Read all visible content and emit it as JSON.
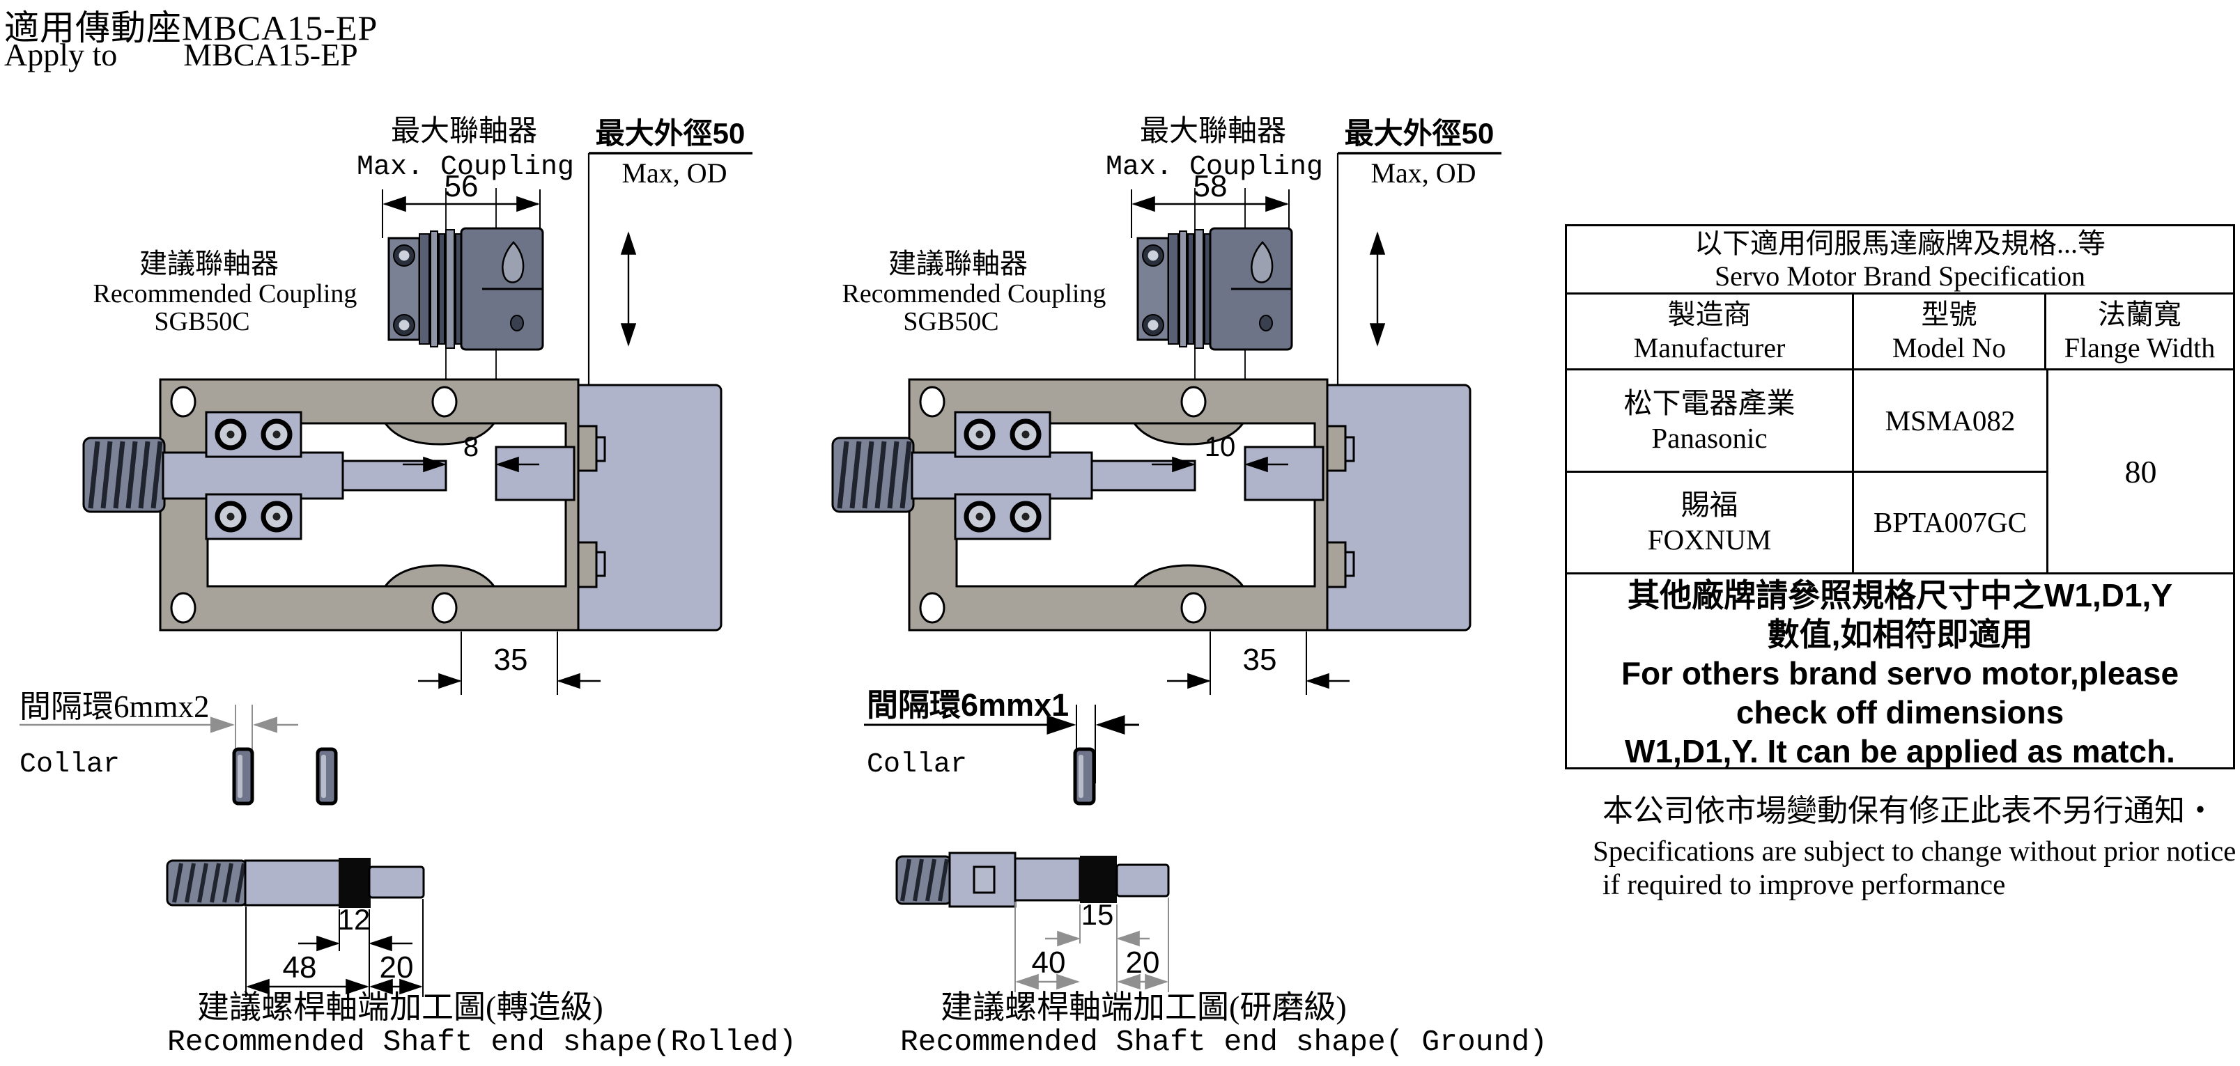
{
  "page": {
    "title_zh": "適用傳動座MBCA15-EP",
    "title_en_prefix": "Apply to",
    "title_en_model": "MBCA15-EP"
  },
  "left_unit": {
    "max_coupling_zh": "最大聯軸器",
    "max_coupling_en": "Max. Coupling",
    "coupling_width": "56",
    "max_od_zh": "最大外徑50",
    "max_od_en": "Max, OD",
    "recommended_zh": "建議聯軸器",
    "recommended_en": "Recommended Coupling",
    "recommended_model": "SGB50C",
    "gap_dim": "8",
    "offset_dim": "35",
    "collar_label_zh": "間隔環6mmx2",
    "collar_label_en": "Collar",
    "shaft_dim_mid": "12",
    "shaft_dim_long": "48",
    "shaft_dim_end": "20",
    "shaft_caption_zh": "建議螺桿軸端加工圖(轉造級)",
    "shaft_caption_en": "Recommended Shaft end shape(Rolled)"
  },
  "right_unit": {
    "max_coupling_zh": "最大聯軸器",
    "max_coupling_en": "Max. Coupling",
    "coupling_width": "58",
    "max_od_zh": "最大外徑50",
    "max_od_en": "Max, OD",
    "recommended_zh": "建議聯軸器",
    "recommended_en": "Recommended Coupling",
    "recommended_model": "SGB50C",
    "gap_dim": "10",
    "offset_dim": "35",
    "collar_label_zh": "間隔環6mmx1",
    "collar_label_en": "Collar",
    "shaft_dim_mid": "15",
    "shaft_dim_long": "40",
    "shaft_dim_end": "20",
    "shaft_caption_zh": "建議螺桿軸端加工圖(研磨級)",
    "shaft_caption_en": "Recommended Shaft end shape( Ground)"
  },
  "table": {
    "title_zh": "以下適用伺服馬達廠牌及規格...等",
    "title_en": "Servo Motor Brand Specification",
    "columns": [
      {
        "zh": "製造商",
        "en": "Manufacturer"
      },
      {
        "zh": "型號",
        "en": "Model No"
      },
      {
        "zh": "法蘭寬",
        "en": "Flange Width"
      }
    ],
    "rows": [
      {
        "manufacturer_zh": "松下電器產業",
        "manufacturer_en": "Panasonic",
        "model": "MSMA082"
      },
      {
        "manufacturer_zh": "賜福",
        "manufacturer_en": "FOXNUM",
        "model": "BPTA007GC"
      }
    ],
    "flange_width": "80",
    "note_lines": [
      "其他廠牌請參照規格尺寸中之W1,D1,Y",
      "數值,如相符即適用",
      "For others brand servo motor,please",
      "check off dimensions",
      "W1,D1,Y. It can be applied as match."
    ]
  },
  "footer": {
    "notice_zh": "本公司依市場變動保有修正此表不另行通知・",
    "notice_en_line1": "Specifications are subject to change without prior notice",
    "notice_en_line2": "if required to improve performance"
  },
  "colors": {
    "housing_tan": "#a7a29a",
    "shaft_lavender": "#b0b4ca",
    "coupling_slate": "#6e7487",
    "dim_gray": "#8f8f8f"
  }
}
